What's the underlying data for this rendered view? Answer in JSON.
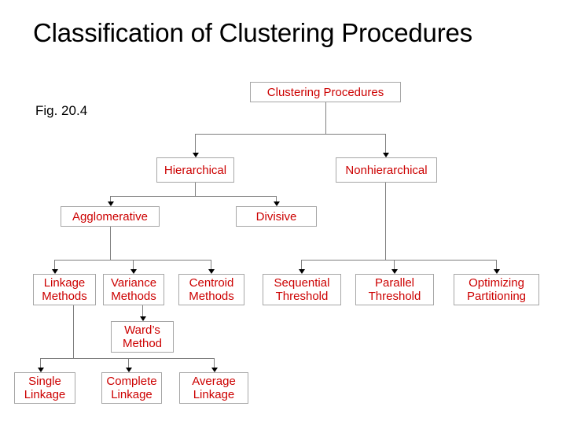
{
  "slide": {
    "title": "Classification of Clustering Procedures",
    "figure_label": "Fig. 20.4",
    "background_color": "#ffffff",
    "node_text_color": "#cc0000",
    "node_border_color": "#a6a6a6",
    "connector_color": "#7f7f7f",
    "title_color": "#000000"
  },
  "diagram": {
    "type": "tree",
    "orientation": "top-down",
    "root": "Clustering Procedures",
    "nodes": {
      "clustering_procedures": {
        "label": "Clustering Procedures",
        "level": 0
      },
      "hierarchical": {
        "label": "Hierarchical",
        "level": 1
      },
      "nonhierarchical": {
        "label": "Nonhierarchical",
        "level": 1
      },
      "agglomerative": {
        "label": "Agglomerative",
        "level": 2
      },
      "divisive": {
        "label": "Divisive",
        "level": 2
      },
      "linkage_methods": {
        "label": "Linkage\nMethods",
        "level": 3
      },
      "variance_methods": {
        "label": "Variance\nMethods",
        "level": 3
      },
      "centroid_methods": {
        "label": "Centroid\nMethods",
        "level": 3
      },
      "sequential_threshold": {
        "label": "Sequential\nThreshold",
        "level": 2
      },
      "parallel_threshold": {
        "label": "Parallel\nThreshold",
        "level": 2
      },
      "optimizing_partitioning": {
        "label": "Optimizing\nPartitioning",
        "level": 2
      },
      "wards_method": {
        "label": "Ward’s\nMethod",
        "level": 4
      },
      "single_linkage": {
        "label": "Single\nLinkage",
        "level": 4
      },
      "complete_linkage": {
        "label": "Complete\nLinkage",
        "level": 4
      },
      "average_linkage": {
        "label": "Average\nLinkage",
        "level": 4
      }
    },
    "edges": [
      {
        "from": "clustering_procedures",
        "to": "hierarchical"
      },
      {
        "from": "clustering_procedures",
        "to": "nonhierarchical"
      },
      {
        "from": "hierarchical",
        "to": "agglomerative"
      },
      {
        "from": "hierarchical",
        "to": "divisive"
      },
      {
        "from": "agglomerative",
        "to": "linkage_methods"
      },
      {
        "from": "agglomerative",
        "to": "variance_methods"
      },
      {
        "from": "agglomerative",
        "to": "centroid_methods"
      },
      {
        "from": "nonhierarchical",
        "to": "sequential_threshold"
      },
      {
        "from": "nonhierarchical",
        "to": "parallel_threshold"
      },
      {
        "from": "nonhierarchical",
        "to": "optimizing_partitioning"
      },
      {
        "from": "variance_methods",
        "to": "wards_method"
      },
      {
        "from": "linkage_methods",
        "to": "single_linkage"
      },
      {
        "from": "linkage_methods",
        "to": "complete_linkage"
      },
      {
        "from": "linkage_methods",
        "to": "average_linkage"
      }
    ]
  }
}
